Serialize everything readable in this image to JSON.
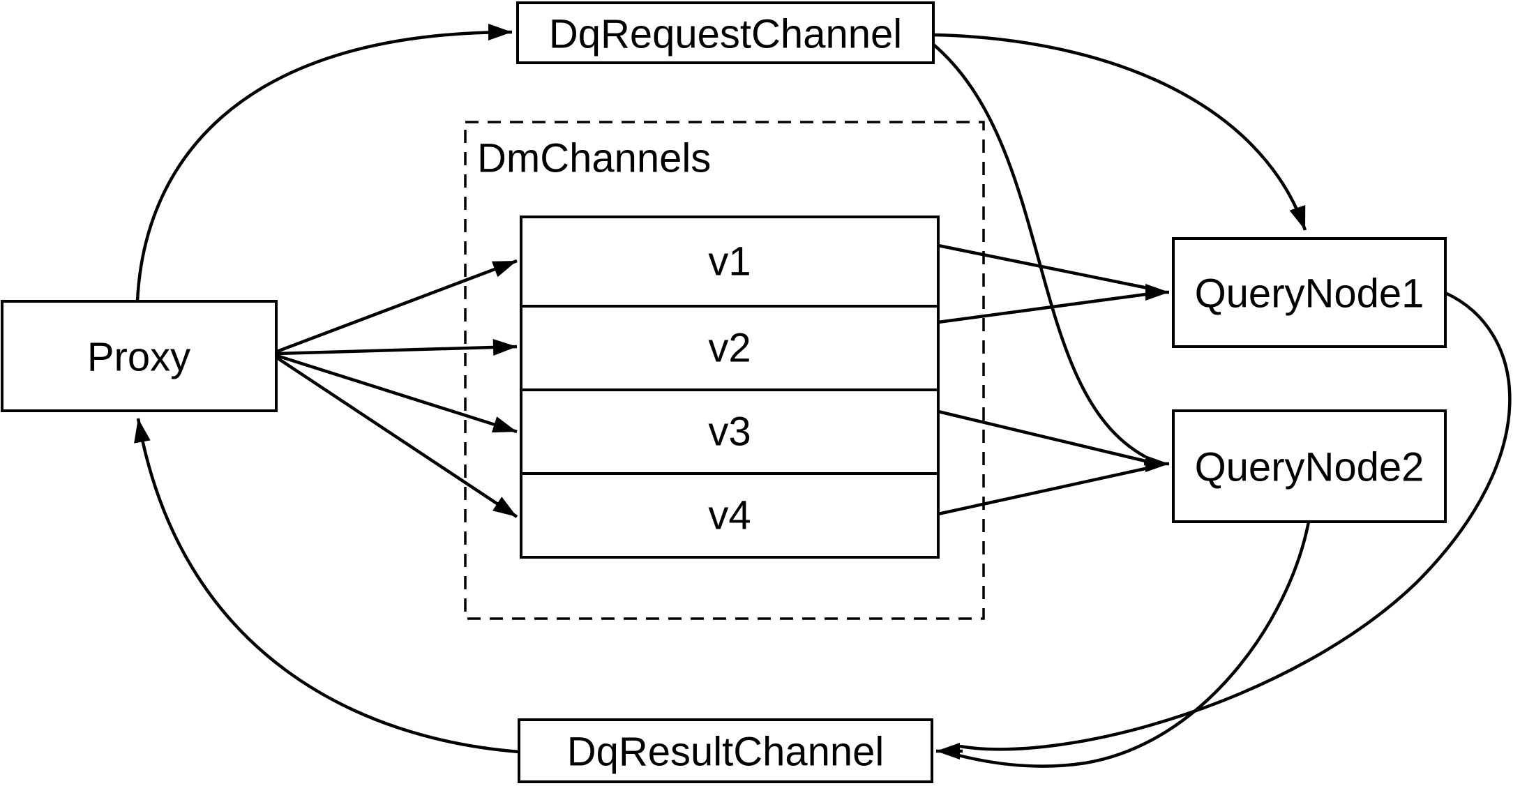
{
  "diagram": {
    "title_semantic": "Query data flow between Proxy, DmChannels, QueryNodes and Dq channels",
    "colors": {
      "background": "#ffffff",
      "stroke": "#000000",
      "text": "#000000"
    },
    "nodes": {
      "dq_request_channel": {
        "label": "DqRequestChannel"
      },
      "proxy": {
        "label": "Proxy"
      },
      "dm_channels": {
        "label": "DmChannels",
        "channels": [
          "v1",
          "v2",
          "v3",
          "v4"
        ]
      },
      "query_node_1": {
        "label": "QueryNode1"
      },
      "query_node_2": {
        "label": "QueryNode2"
      },
      "dq_result_channel": {
        "label": "DqResultChannel"
      }
    },
    "edges": [
      {
        "from": "Proxy",
        "to": "DqRequestChannel"
      },
      {
        "from": "Proxy",
        "to": "v1"
      },
      {
        "from": "Proxy",
        "to": "v2"
      },
      {
        "from": "Proxy",
        "to": "v3"
      },
      {
        "from": "Proxy",
        "to": "v4"
      },
      {
        "from": "v1",
        "to": "QueryNode1"
      },
      {
        "from": "v2",
        "to": "QueryNode1"
      },
      {
        "from": "v3",
        "to": "QueryNode2"
      },
      {
        "from": "v4",
        "to": "QueryNode2"
      },
      {
        "from": "DqRequestChannel",
        "to": "QueryNode1"
      },
      {
        "from": "DqRequestChannel",
        "to": "QueryNode2"
      },
      {
        "from": "QueryNode1",
        "to": "DqResultChannel"
      },
      {
        "from": "QueryNode2",
        "to": "DqResultChannel"
      },
      {
        "from": "DqResultChannel",
        "to": "Proxy"
      }
    ]
  }
}
